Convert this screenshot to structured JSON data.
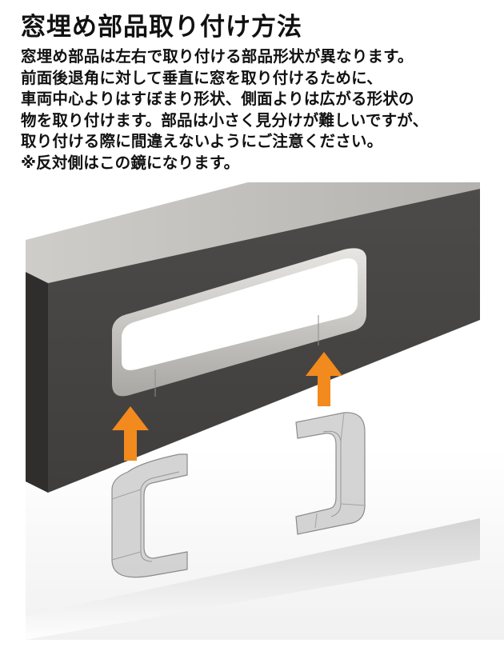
{
  "header": {
    "title": "窓埋め部品取り付け方法"
  },
  "description": {
    "lines": [
      "窓埋め部品は左右で取り付ける部品形状が異なります。",
      "前面後退角に対して垂直に窓を取り付けるために、",
      "車両中心よりはすぼまり形状、側面よりは広がる形状の",
      "物を取り付けます。部品は小さく見分けが難しいですが、",
      "取り付ける際に間違えないようにご注意ください。",
      "※反対側はこの鏡になります。"
    ]
  },
  "illustration": {
    "colors": {
      "panel_front": "#4a4846",
      "panel_top": "#c2c0bc",
      "window_opening": "#ffffff",
      "insert_part": "#c9c9c9",
      "arrow": "#f28a1e",
      "shadow": "#d4d4d4"
    }
  }
}
